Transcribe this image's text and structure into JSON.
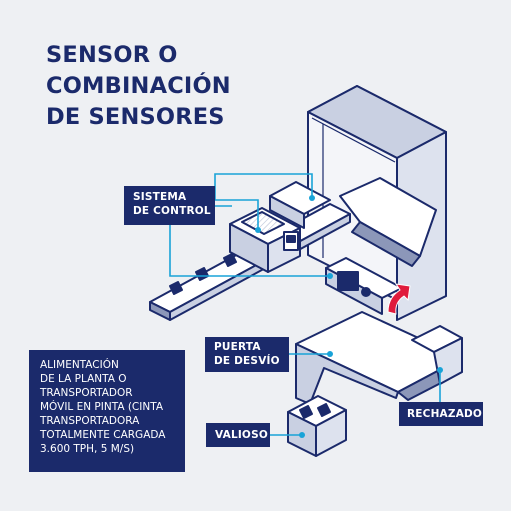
{
  "title_lines": [
    "SENSOR O",
    "COMBINACIÓN",
    "DE SENSORES"
  ],
  "labels": {
    "control": [
      "SISTEMA",
      "DE CONTROL"
    ],
    "puerta": [
      "PUERTA",
      "DE DESVÍO"
    ],
    "rechazado": "RECHAZADO",
    "valioso": "VALIOSO"
  },
  "feed_lines": [
    "ALIMENTACIÓN",
    "DE LA PLANTA O",
    "TRANSPORTADOR",
    "MÓVIL EN PINTA (CINTA",
    "TRANSPORTADORA",
    "TOTALMENTE CARGADA",
    "3.600 TPH, 5 M/S)"
  ],
  "colors": {
    "navy": "#1b2a6b",
    "light_blue": "#19a3d8",
    "red_arrow": "#e01b3c",
    "background": "#eef0f3"
  }
}
